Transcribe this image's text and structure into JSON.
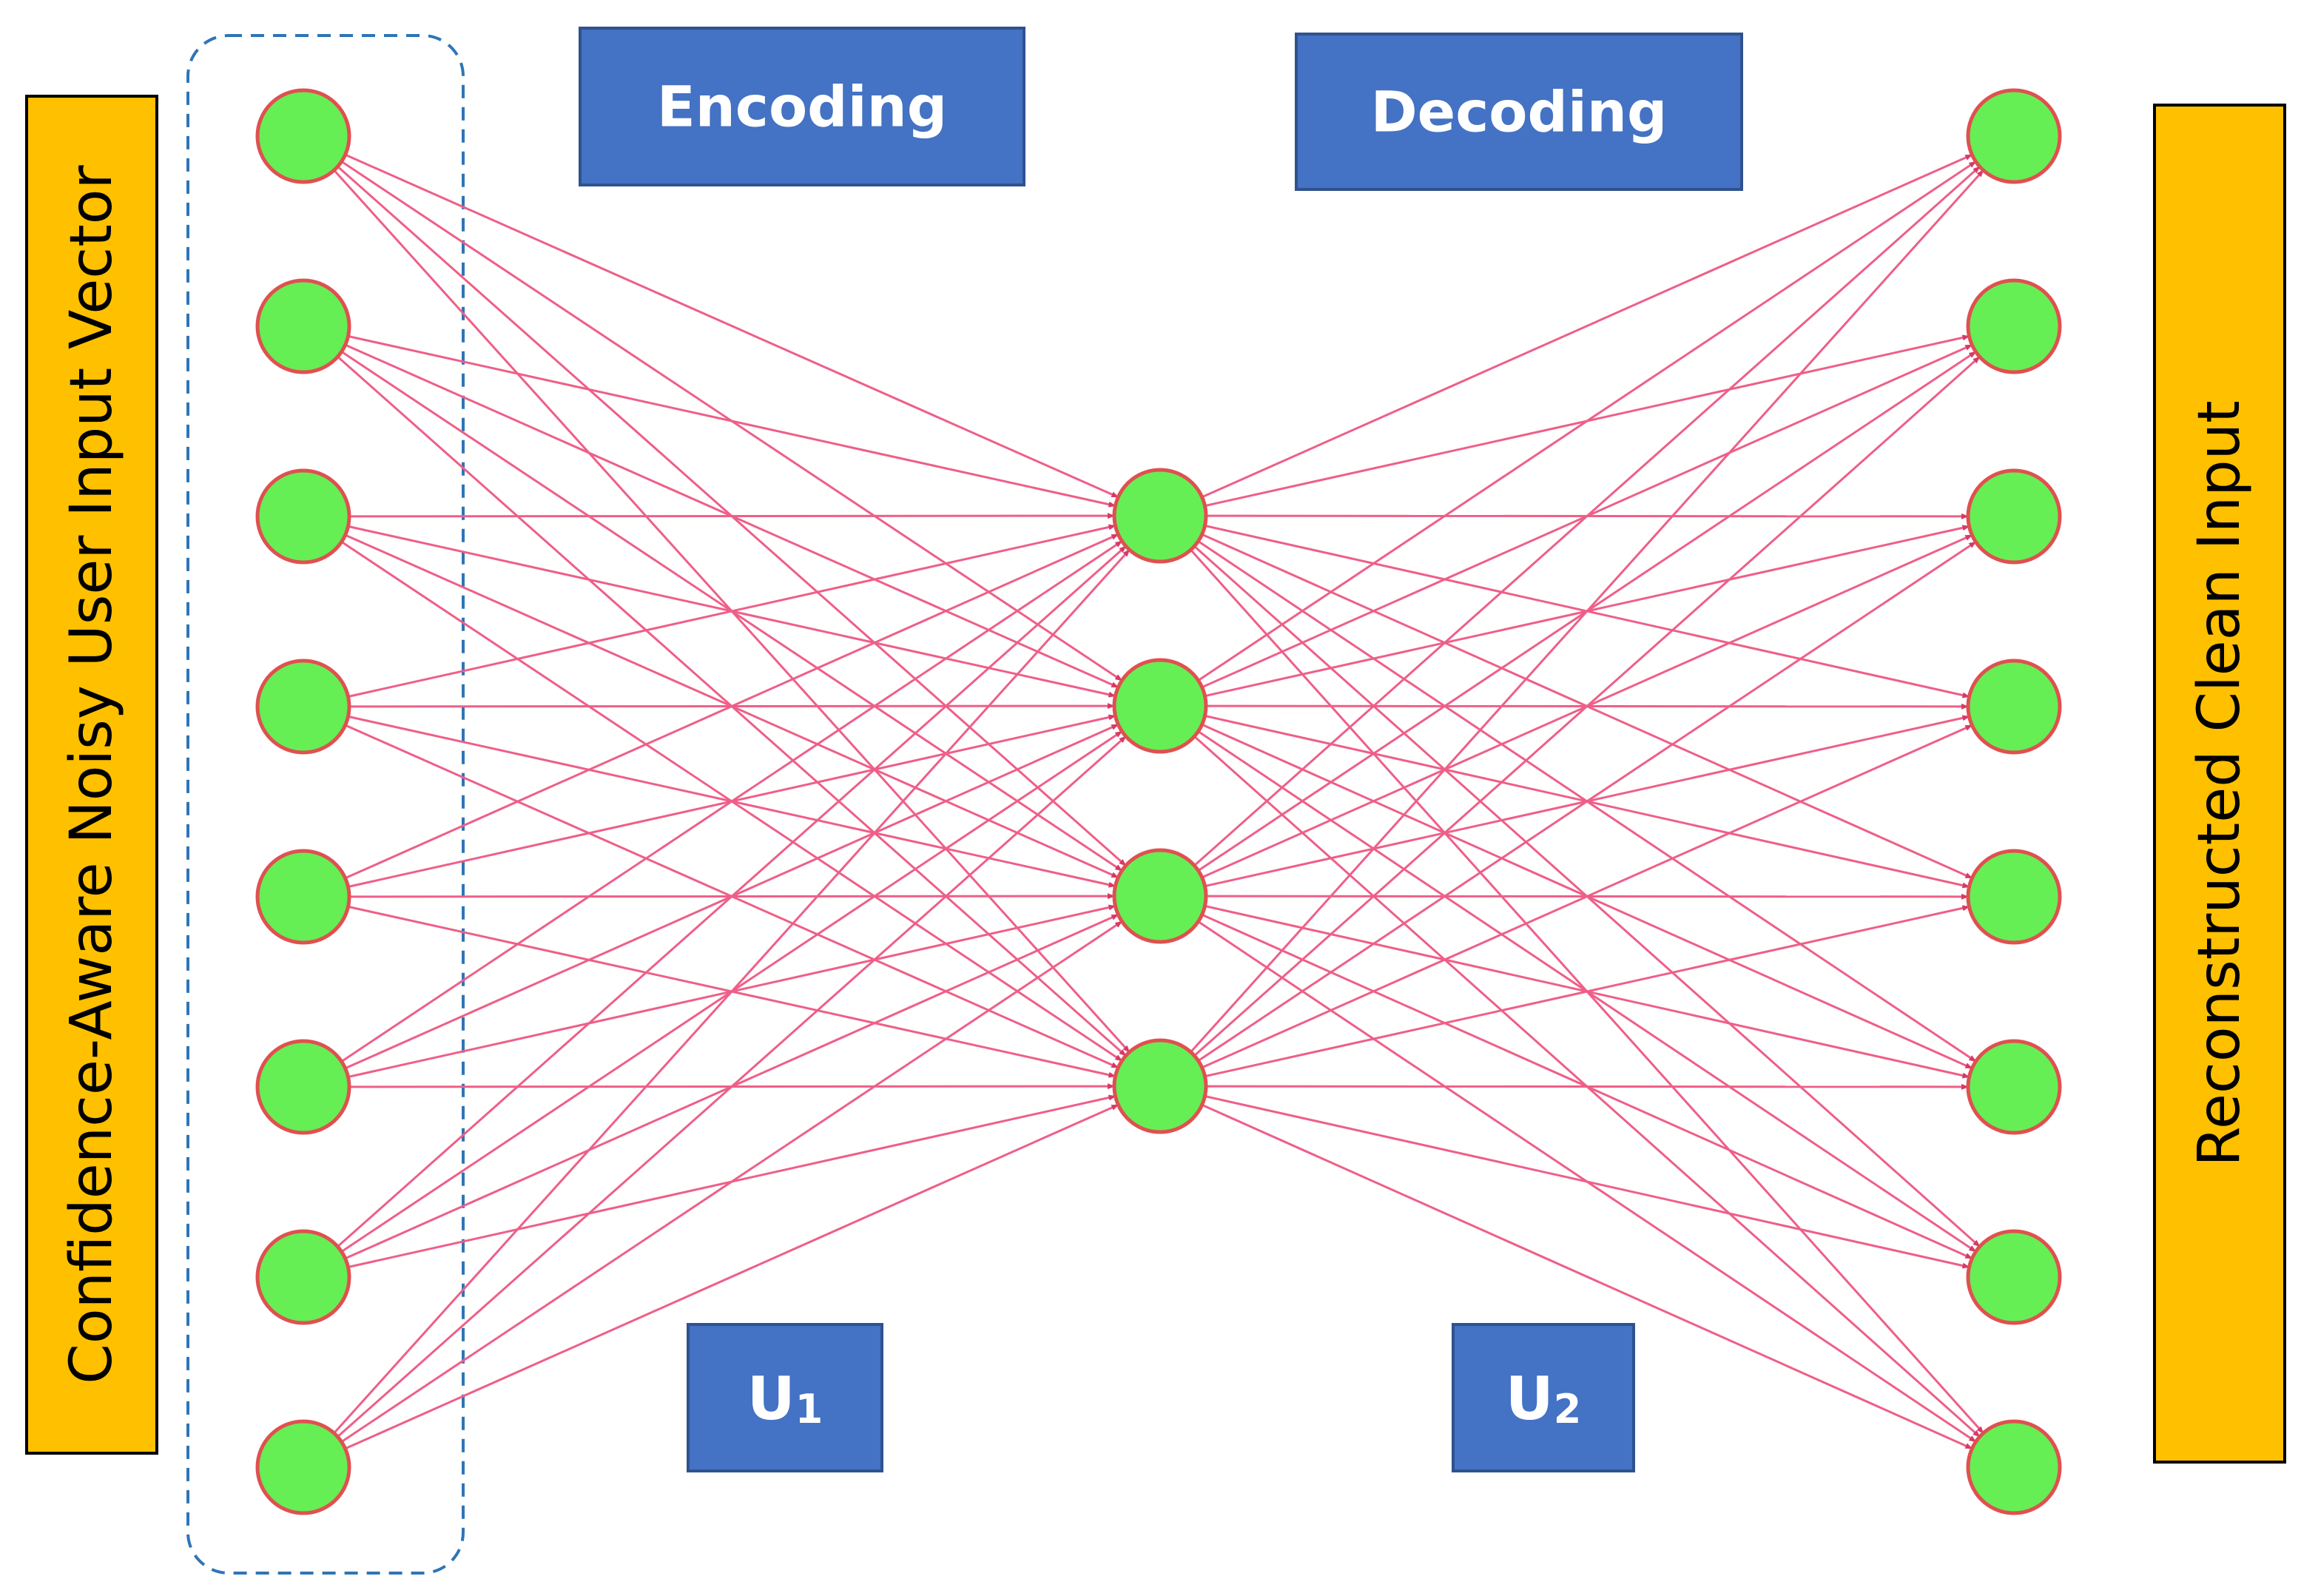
{
  "labels": {
    "input_vector": "Confidence-Aware Noisy User Input Vector",
    "output": "Reconstructed Clean Input",
    "encoding": "Encoding",
    "decoding": "Decoding",
    "u1_letter": "U",
    "u1_sub": "1",
    "u2_letter": "U",
    "u2_sub": "2"
  },
  "network": {
    "input_nodes": 8,
    "hidden_nodes": 4,
    "output_nodes": 8,
    "connectivity": "fully-connected"
  },
  "colors": {
    "node_fill": "#66ee55",
    "node_stroke": "#e05050",
    "edge": "#ee5f88",
    "blue_box": "#4472c4",
    "blue_box_border": "#2f528f",
    "orange_box": "#ffc000",
    "dashed_group": "#2e75b6"
  }
}
